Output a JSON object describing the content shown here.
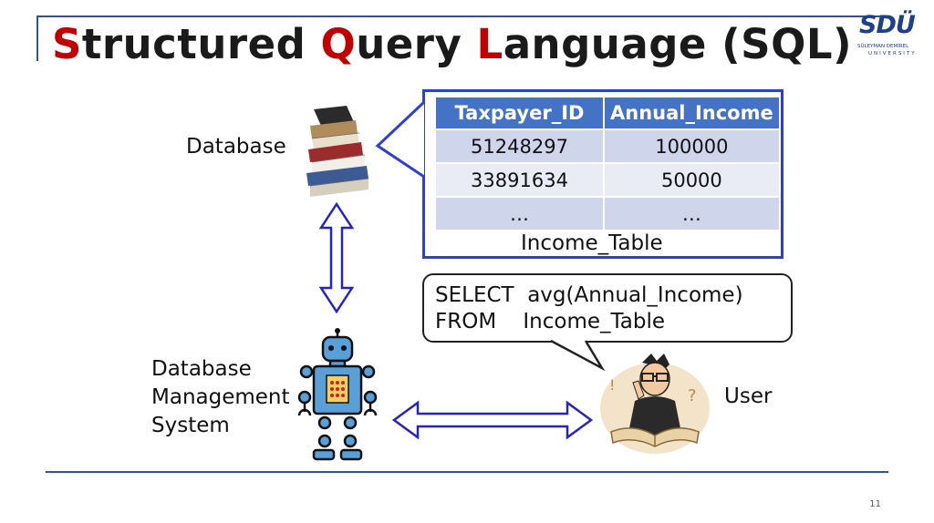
{
  "slide": {
    "title": {
      "w1_cap": "S",
      "w1_rest": "tructured ",
      "w2_cap": "Q",
      "w2_rest": "uery ",
      "w3_cap": "L",
      "w3_rest": "anguage (SQL)"
    },
    "page_number": "11"
  },
  "logo": {
    "mark": "SDÜ",
    "line1": "SÜLEYMAN DEMİREL",
    "line2": "UNIVERSITY"
  },
  "labels": {
    "database": "Database",
    "dbms_line1": "Database",
    "dbms_line2": "Management",
    "dbms_line3": "System",
    "user": "User"
  },
  "table": {
    "caption": "Income_Table",
    "headers": [
      "Taxpayer_ID",
      "Annual_Income"
    ],
    "rows": [
      [
        "51248297",
        "100000"
      ],
      [
        "33891634",
        "50000"
      ],
      [
        "…",
        "…"
      ]
    ]
  },
  "query": {
    "line1": "SELECT  avg(Annual_Income)",
    "line2": "FROM    Income_Table"
  },
  "colors": {
    "title_accent": "#c00000",
    "table_header": "#4472c4",
    "table_border": "#2e3fd6",
    "arrow": "#2323c8",
    "frame": "#2f5597"
  }
}
